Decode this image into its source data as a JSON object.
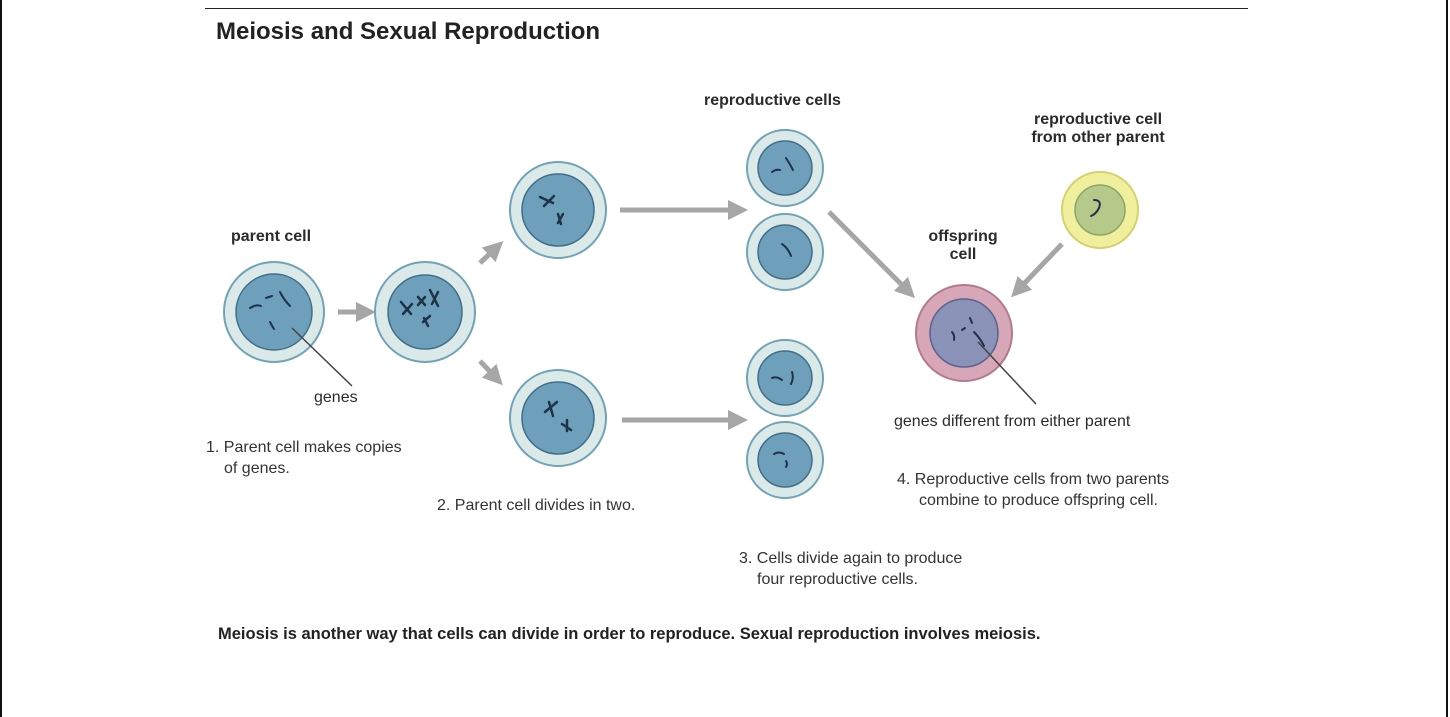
{
  "title": "Meiosis and Sexual Reproduction",
  "labels": {
    "parent_cell": "parent cell",
    "genes": "genes",
    "reproductive_cells": "reproductive cells",
    "reproductive_cell_other_line1": "reproductive cell",
    "reproductive_cell_other_line2": "from other parent",
    "offspring_line1": "offspring",
    "offspring_line2": "cell",
    "genes_different": "genes different from either parent"
  },
  "steps": {
    "step1_line1": "1. Parent cell makes copies",
    "step1_line2": "of genes.",
    "step2": "2. Parent cell divides in two.",
    "step3_line1": "3. Cells divide again to produce",
    "step3_line2": "four reproductive cells.",
    "step4_line1": "4. Reproductive cells from two parents",
    "step4_line2": "combine to produce offspring cell."
  },
  "footer": "Meiosis is another way that cells can divide in order to reproduce. Sexual reproduction involves meiosis.",
  "colors": {
    "cell_outer": "#dce9e9",
    "cell_outer_stroke": "#6fa3b8",
    "nucleus": "#6fa0bb",
    "nucleus_stroke": "#3f6f8a",
    "offspring_outer": "#d7a7b8",
    "offspring_nucleus": "#8a92b8",
    "other_parent_outer": "#f0ef9e",
    "other_parent_nucleus": "#b5c98a",
    "arrow": "#a6a6a6",
    "chromosome": "#1e3347"
  }
}
